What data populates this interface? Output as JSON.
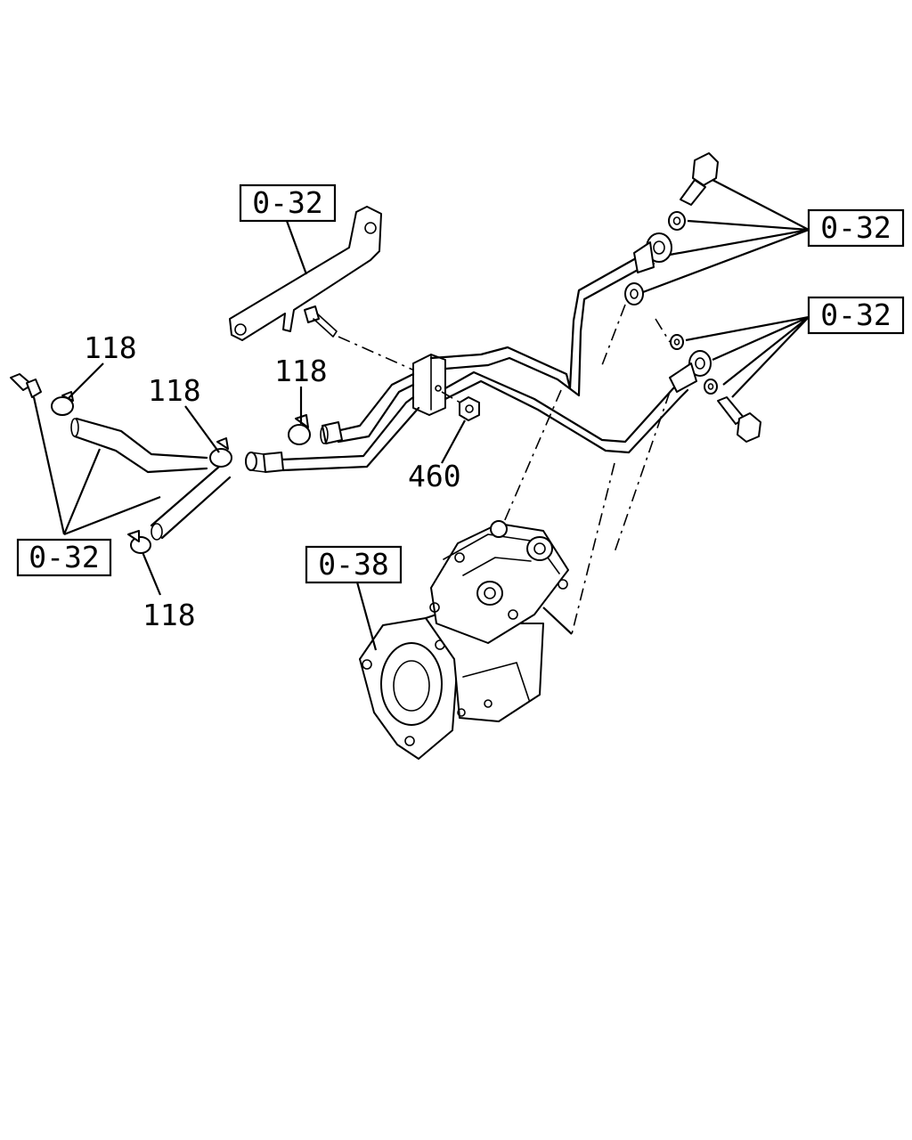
{
  "labels": {
    "ref_bracket": "0-32",
    "ref_banjo_upper": "0-32",
    "ref_banjo_lower": "0-32",
    "ref_left": "0-32",
    "ref_compressor": "0-38",
    "clamp_a": "118",
    "clamp_b": "118",
    "clamp_c": "118",
    "clamp_d": "118",
    "nut": "460"
  },
  "colors": {
    "line": "#000000",
    "background": "#ffffff"
  }
}
